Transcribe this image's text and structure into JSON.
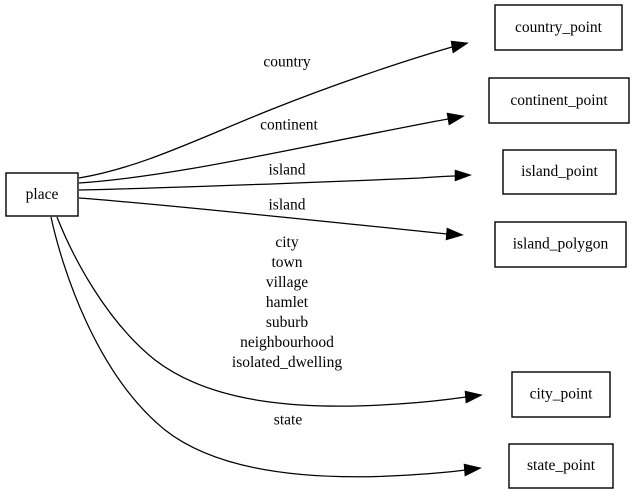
{
  "diagram": {
    "type": "directed-graph",
    "title": "place",
    "background_color": "#ffffff",
    "line_color": "#000000",
    "root": {
      "id": "place",
      "label": "place"
    },
    "nodes": [
      {
        "id": "country_point",
        "label": "country_point"
      },
      {
        "id": "continent_point",
        "label": "continent_point"
      },
      {
        "id": "island_point",
        "label": "island_point"
      },
      {
        "id": "island_polygon",
        "label": "island_polygon"
      },
      {
        "id": "city_point",
        "label": "city_point"
      },
      {
        "id": "state_point",
        "label": "state_point"
      }
    ],
    "edges": [
      {
        "from": "place",
        "to": "country_point",
        "label": "country",
        "label_lines": [
          "country"
        ]
      },
      {
        "from": "place",
        "to": "continent_point",
        "label": "continent",
        "label_lines": [
          "continent"
        ]
      },
      {
        "from": "place",
        "to": "island_point",
        "label": "island",
        "label_lines": [
          "island"
        ]
      },
      {
        "from": "place",
        "to": "island_polygon",
        "label": "island",
        "label_lines": [
          "island"
        ]
      },
      {
        "from": "place",
        "to": "city_point",
        "label": "city town village hamlet suburb neighbourhood isolated_dwelling",
        "label_lines": [
          "city",
          "town",
          "village",
          "hamlet",
          "suburb",
          "neighbourhood",
          "isolated_dwelling"
        ]
      },
      {
        "from": "place",
        "to": "state_point",
        "label": "state",
        "label_lines": [
          "state"
        ]
      }
    ]
  }
}
